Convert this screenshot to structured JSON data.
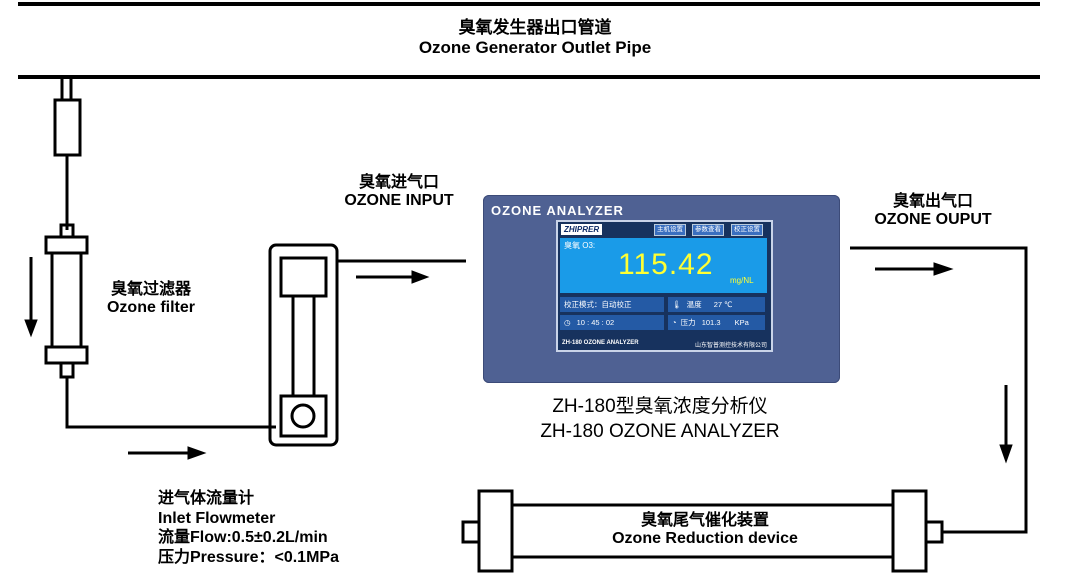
{
  "outlet_pipe": {
    "label_cn": "臭氧发生器出口管道",
    "label_en": "Ozone Generator Outlet Pipe"
  },
  "filter": {
    "label_cn": "臭氧过滤器",
    "label_en": "Ozone filter"
  },
  "input": {
    "label_cn": "臭氧进气口",
    "label_en": "OZONE INPUT"
  },
  "output": {
    "label_cn": "臭氧出气口",
    "label_en": "OZONE OUPUT"
  },
  "flowmeter": {
    "label_cn": "进气体流量计",
    "label_en": "Inlet Flowmeter",
    "flow": "流量Flow:0.5±0.2L/min",
    "pressure": "压力Pressure：<0.1MPa"
  },
  "analyzer": {
    "caption_cn": "ZH-180型臭氧浓度分析仪",
    "caption_en": "ZH-180 OZONE ANALYZER",
    "panel_title": "OZONE ANALYZER",
    "brand": "ZHIPRER",
    "tabs": [
      "主机设置",
      "参数查看",
      "校正设置"
    ],
    "ozone_label": "臭氧 O3:",
    "reading": "115.42",
    "unit": "mg/NL",
    "mode": "校正模式：自动校正",
    "temp_label": "温度",
    "temp_value": "27 ℃",
    "time": "10 : 45 : 02",
    "pressure_label": "压力",
    "pressure_value": "101.3",
    "pressure_unit": "KPa",
    "footer_left": "ZH-180 OZONE ANALYZER",
    "footer_right": "山东智普测控技术有限公司"
  },
  "reduction": {
    "label_cn": "臭氧尾气催化装置",
    "label_en": "Ozone Reduction device"
  }
}
